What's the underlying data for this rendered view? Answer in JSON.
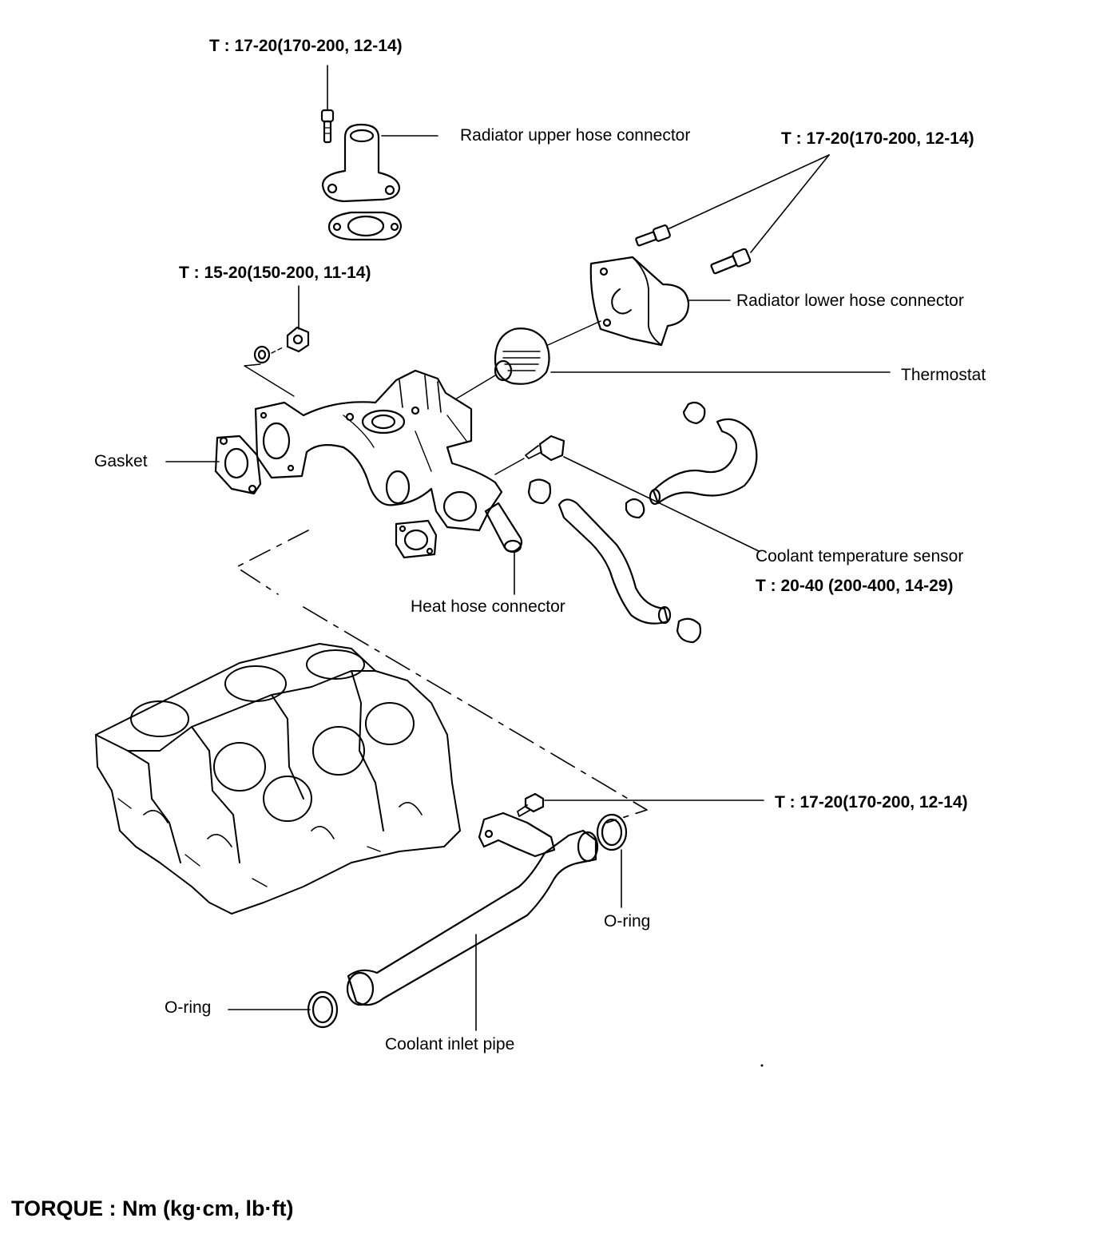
{
  "labels": {
    "torque_upper_hose_bolt": "T : 17-20(170-200, 12-14)",
    "radiator_upper_hose_connector": "Radiator upper hose connector",
    "torque_lower_hose_bolts": "T : 17-20(170-200, 12-14)",
    "torque_nut": "T : 15-20(150-200, 11-14)",
    "radiator_lower_hose_connector": "Radiator lower hose connector",
    "thermostat": "Thermostat",
    "gasket": "Gasket",
    "coolant_temperature_sensor": "Coolant temperature sensor",
    "torque_sensor": "T : 20-40 (200-400, 14-29)",
    "heat_hose_connector": "Heat hose connector",
    "torque_inlet_pipe_bolt": "T : 17-20(170-200, 12-14)",
    "o_ring_right": "O-ring",
    "o_ring_left": "O-ring",
    "coolant_inlet_pipe": "Coolant inlet pipe"
  },
  "legend": {
    "torque_units": "TORQUE : Nm (kg·cm, lb·ft)"
  }
}
